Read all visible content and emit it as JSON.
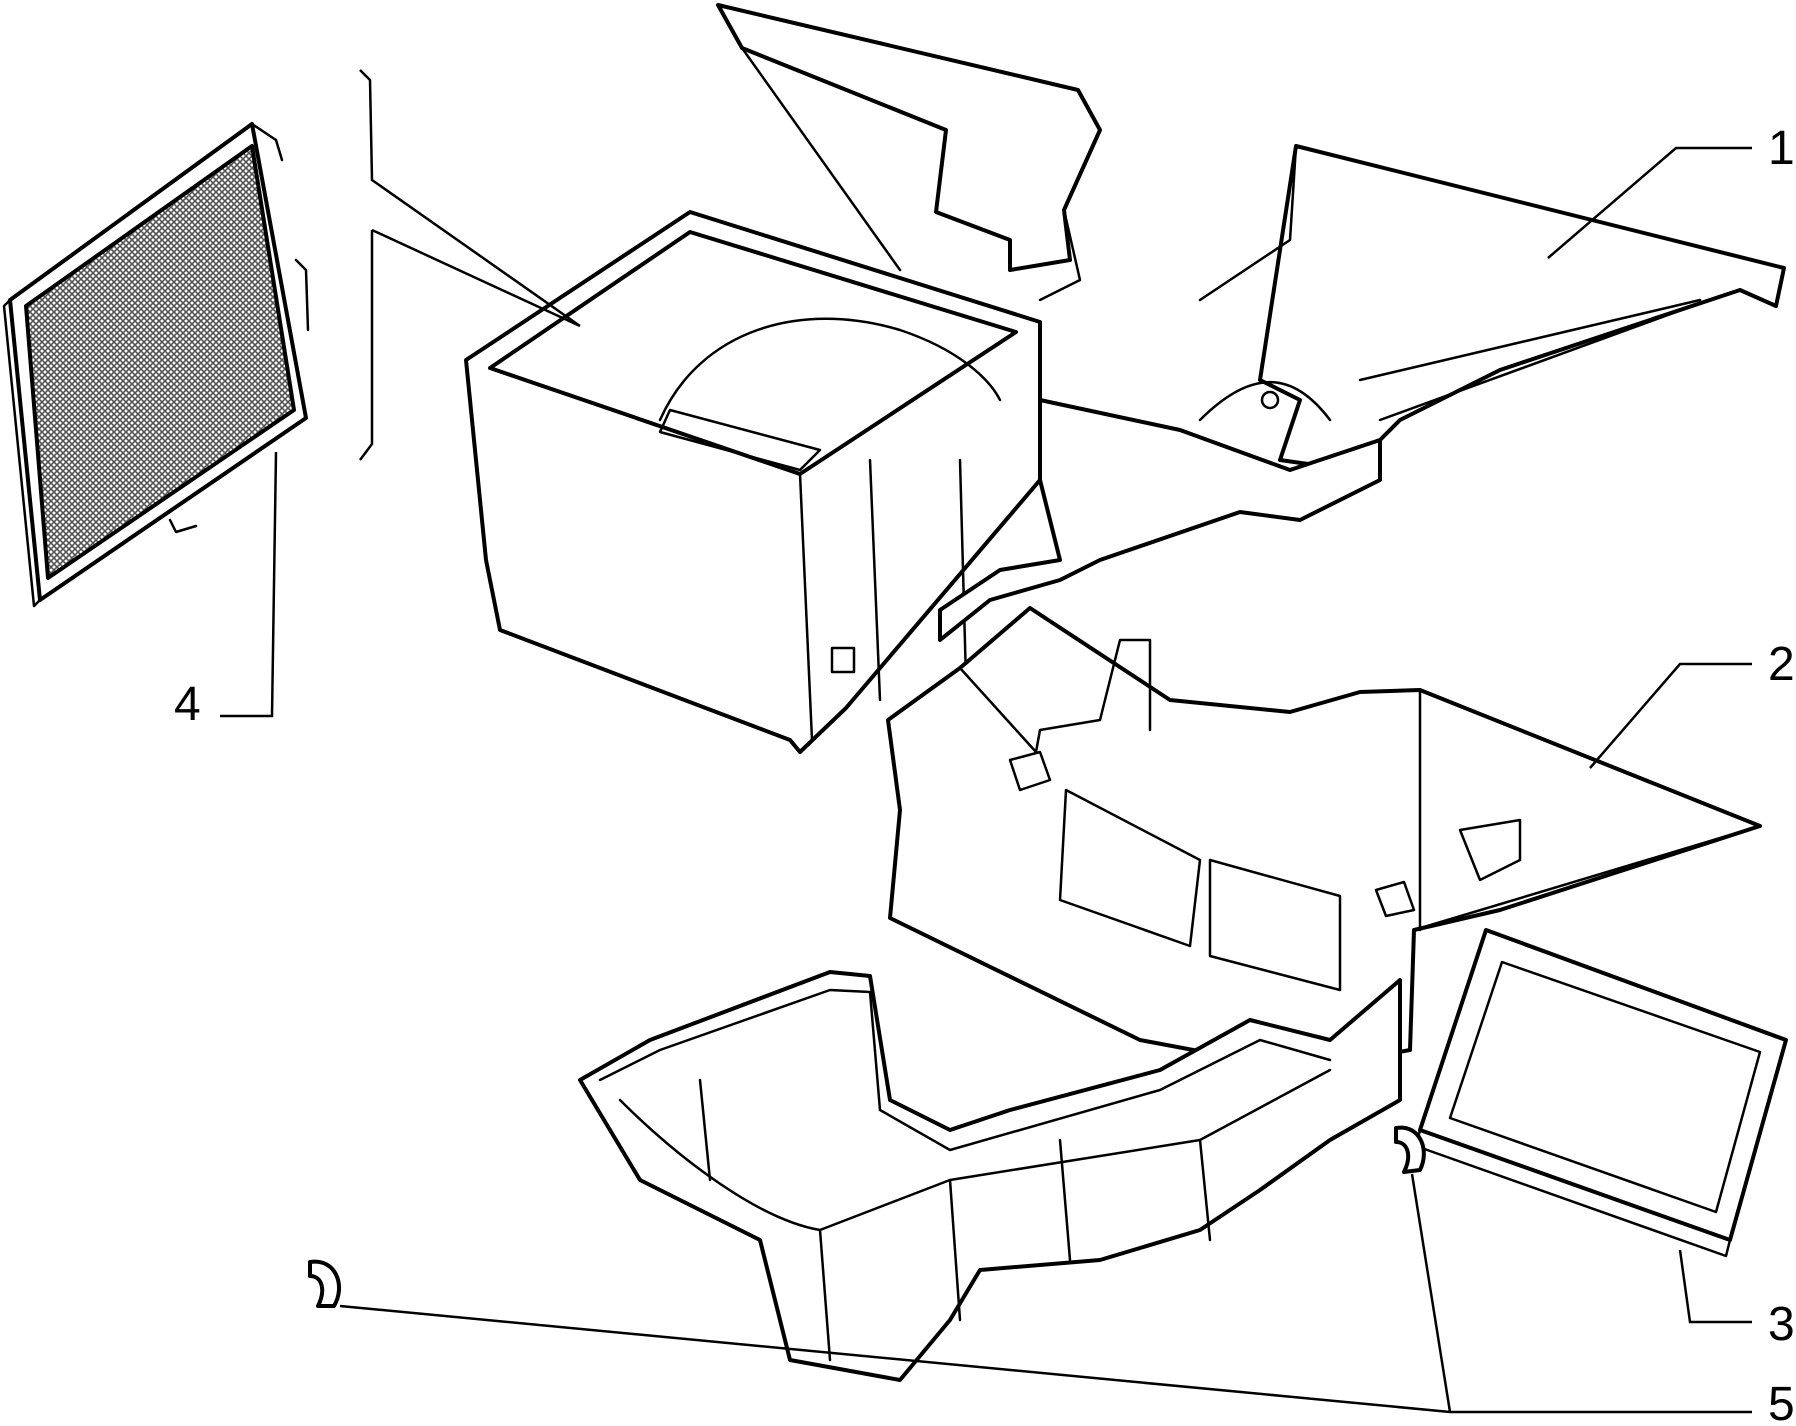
{
  "callouts": [
    {
      "id": "1",
      "label": "1"
    },
    {
      "id": "2",
      "label": "2"
    },
    {
      "id": "3",
      "label": "3"
    },
    {
      "id": "4",
      "label": "4"
    },
    {
      "id": "5",
      "label": "5"
    }
  ],
  "colors": {
    "line": "#000000",
    "background": "#ffffff",
    "mesh": "#555555"
  }
}
